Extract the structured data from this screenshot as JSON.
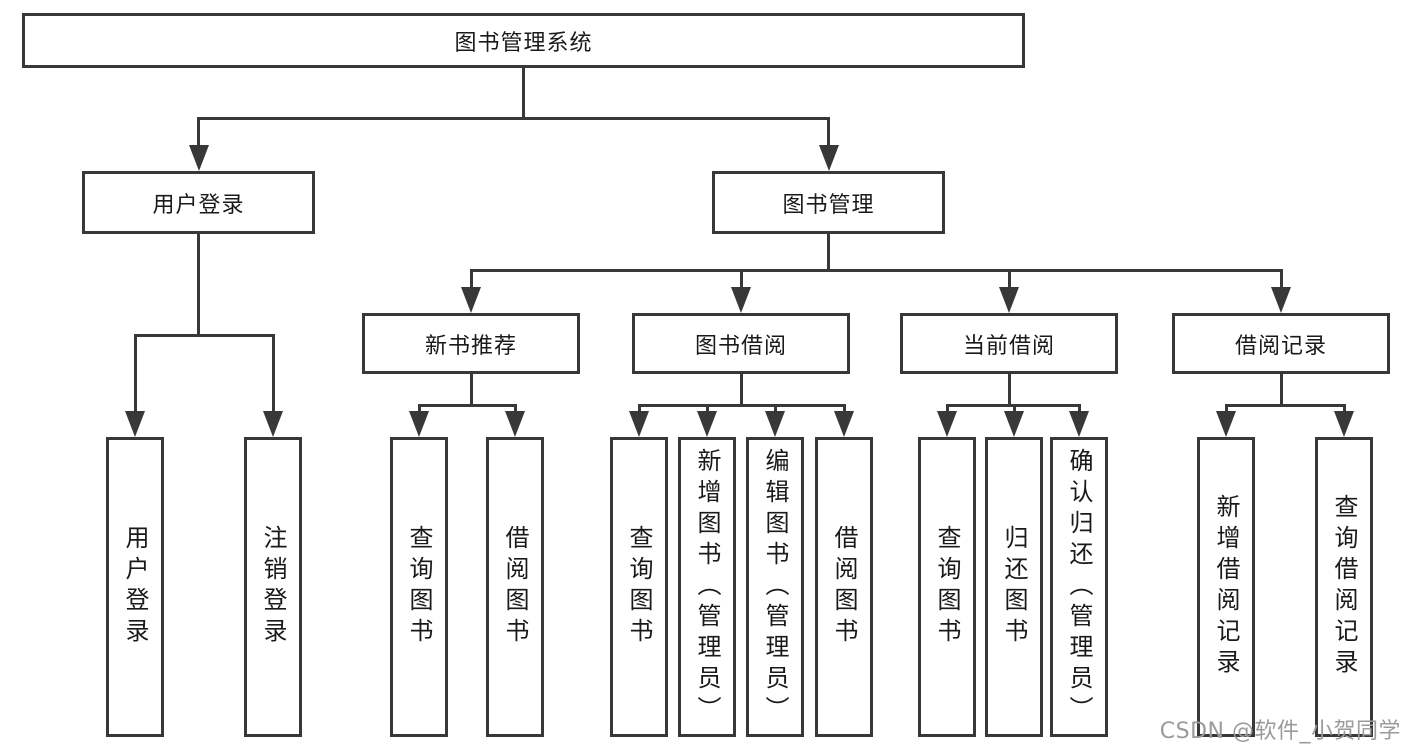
{
  "watermark": {
    "text": "CSDN @软件_小贺同学"
  },
  "colors": {
    "line": "#383838",
    "text": "#1a1a1a",
    "watermark": "#9b9b9b",
    "background": "#ffffff"
  },
  "diagram": {
    "nodes": [
      {
        "id": "root",
        "label": "图书管理系统"
      },
      {
        "id": "user-login",
        "label": "用户登录"
      },
      {
        "id": "book-mgmt",
        "label": "图书管理"
      },
      {
        "id": "new-book-recommend",
        "label": "新书推荐"
      },
      {
        "id": "book-borrow",
        "label": "图书借阅"
      },
      {
        "id": "current-borrow",
        "label": "当前借阅"
      },
      {
        "id": "borrow-records",
        "label": "借阅记录"
      },
      {
        "id": "leaf-user-login",
        "label": "用户登录"
      },
      {
        "id": "leaf-logout",
        "label": "注销登录"
      },
      {
        "id": "leaf-query-books-1",
        "label": "查询图书"
      },
      {
        "id": "leaf-borrow-books-1",
        "label": "借阅图书"
      },
      {
        "id": "leaf-query-books-2",
        "label": "查询图书"
      },
      {
        "id": "leaf-add-books",
        "label": "新增图书（管理员）"
      },
      {
        "id": "leaf-edit-books",
        "label": "编辑图书（管理员）"
      },
      {
        "id": "leaf-borrow-books-2",
        "label": "借阅图书"
      },
      {
        "id": "leaf-query-books-3",
        "label": "查询图书"
      },
      {
        "id": "leaf-return-books",
        "label": "归还图书"
      },
      {
        "id": "leaf-confirm-return",
        "label": "确认归还（管理员）"
      },
      {
        "id": "leaf-add-borrow-record",
        "label": "新增借阅记录"
      },
      {
        "id": "leaf-query-borrow-record",
        "label": "查询借阅记录"
      }
    ],
    "edges": [
      {
        "from": "root",
        "to": [
          "user-login",
          "book-mgmt"
        ]
      },
      {
        "from": "user-login",
        "to": [
          "leaf-user-login",
          "leaf-logout"
        ]
      },
      {
        "from": "book-mgmt",
        "to": [
          "new-book-recommend",
          "book-borrow",
          "current-borrow",
          "borrow-records"
        ]
      },
      {
        "from": "new-book-recommend",
        "to": [
          "leaf-query-books-1",
          "leaf-borrow-books-1"
        ]
      },
      {
        "from": "book-borrow",
        "to": [
          "leaf-query-books-2",
          "leaf-add-books",
          "leaf-edit-books",
          "leaf-borrow-books-2"
        ]
      },
      {
        "from": "current-borrow",
        "to": [
          "leaf-query-books-3",
          "leaf-return-books",
          "leaf-confirm-return"
        ]
      },
      {
        "from": "borrow-records",
        "to": [
          "leaf-add-borrow-record",
          "leaf-query-borrow-record"
        ]
      }
    ]
  }
}
